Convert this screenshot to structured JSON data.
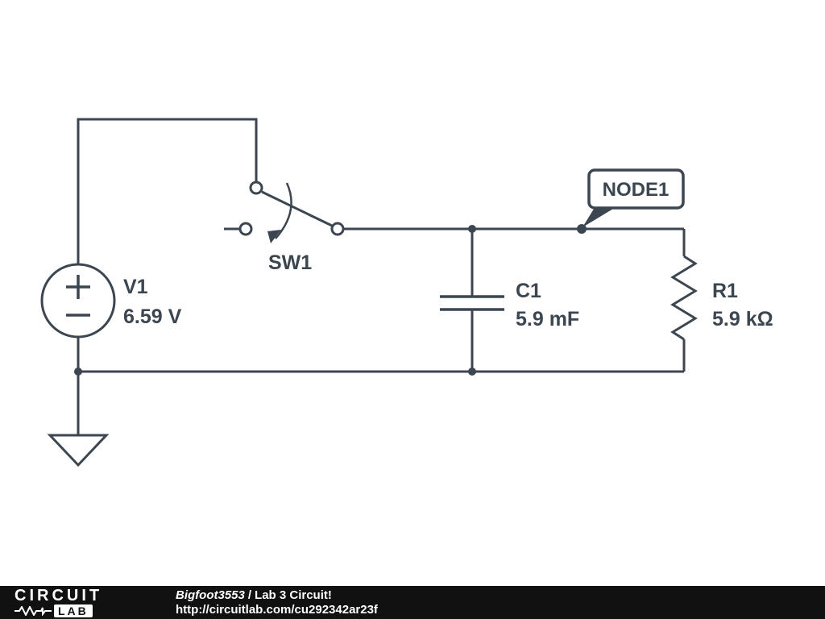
{
  "colors": {
    "stroke": "#3c4650",
    "footer_bg": "#111111"
  },
  "diagram": {
    "components": {
      "v1": {
        "label": "V1",
        "value": "6.59 V"
      },
      "sw1": {
        "label": "SW1"
      },
      "c1": {
        "label": "C1",
        "value": "5.9 mF"
      },
      "r1": {
        "label": "R1",
        "value": "5.9 kΩ"
      }
    },
    "node_callout": {
      "label": "NODE1"
    }
  },
  "footer": {
    "logo": {
      "top": "CIRCUIT",
      "bottom": "LAB"
    },
    "author": "Bigfoot3553",
    "separator": "/",
    "title": "Lab 3 Circuit!",
    "url": "http://circuitlab.com/cu292342ar23f"
  }
}
